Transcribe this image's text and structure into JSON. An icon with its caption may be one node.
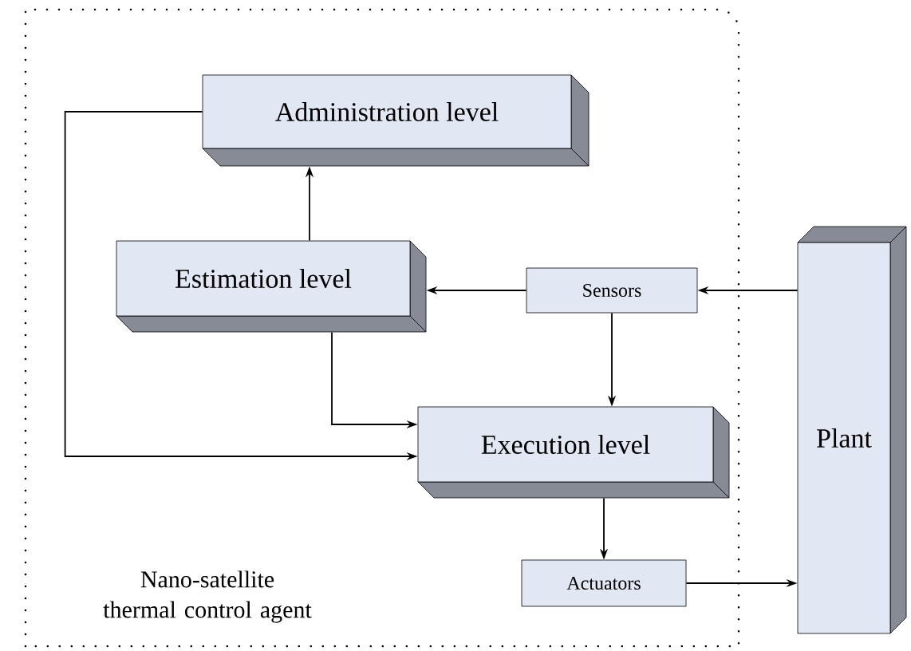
{
  "diagram": {
    "nodes": [
      {
        "text": [
          "Nano-satellite thermal control agent"
        ]
      },
      {
        "text": [
          "Administration level"
        ],
        "in": 0
      },
      {
        "text": [
          "Estimation level"
        ],
        "in": 0
      },
      {
        "text": [
          "Sensors"
        ],
        "in": 0
      },
      {
        "text": [
          "Execution level"
        ],
        "in": 0
      },
      {
        "text": [
          "Actuators"
        ],
        "in": 0
      },
      {
        "text": [
          "Plant"
        ]
      }
    ],
    "edges": [
      {
        "from": 2,
        "to": 1,
        "arrow": "to"
      },
      {
        "from": 3,
        "to": 2,
        "arrow": "to"
      },
      {
        "from": 6,
        "to": 3,
        "arrow": "to"
      },
      {
        "from": 3,
        "to": 4,
        "arrow": "to"
      },
      {
        "from": 2,
        "to": 4,
        "arrow": "to"
      },
      {
        "from": 1,
        "to": 4,
        "arrow": "to"
      },
      {
        "from": 4,
        "to": 5,
        "arrow": "to"
      },
      {
        "from": 5,
        "to": 6,
        "arrow": "to"
      }
    ]
  }
}
